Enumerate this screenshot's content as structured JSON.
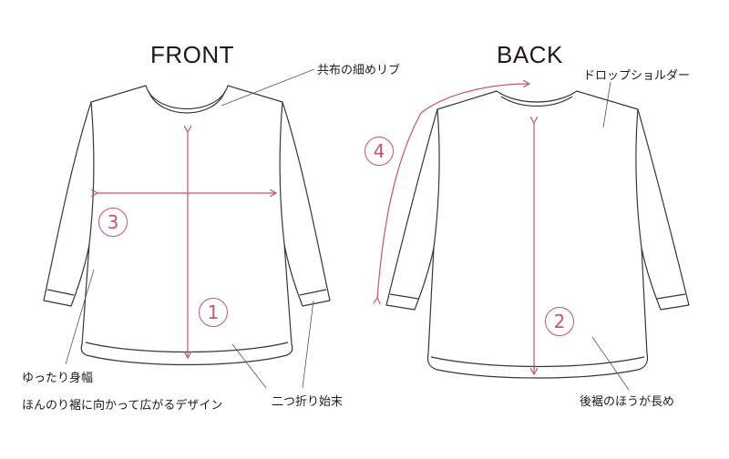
{
  "front": {
    "title": "FRONT",
    "notes": {
      "rib": "共布の細めリブ",
      "body_width": "ゆったり身幅",
      "hem_flare": "ほんのり裾に向かって広がるデザイン",
      "hem_fold": "二つ折り始末"
    },
    "markers": {
      "body_length": "1",
      "chest_width": "3"
    }
  },
  "back": {
    "title": "BACK",
    "notes": {
      "drop_shoulder": "ドロップショルダー",
      "longer_back": "後裾のほうが長め"
    },
    "markers": {
      "body_length": "2",
      "sleeve_length": "4"
    }
  },
  "colors": {
    "outline": "#3a3535",
    "measure": "#c8556b",
    "leader": "#555555"
  }
}
